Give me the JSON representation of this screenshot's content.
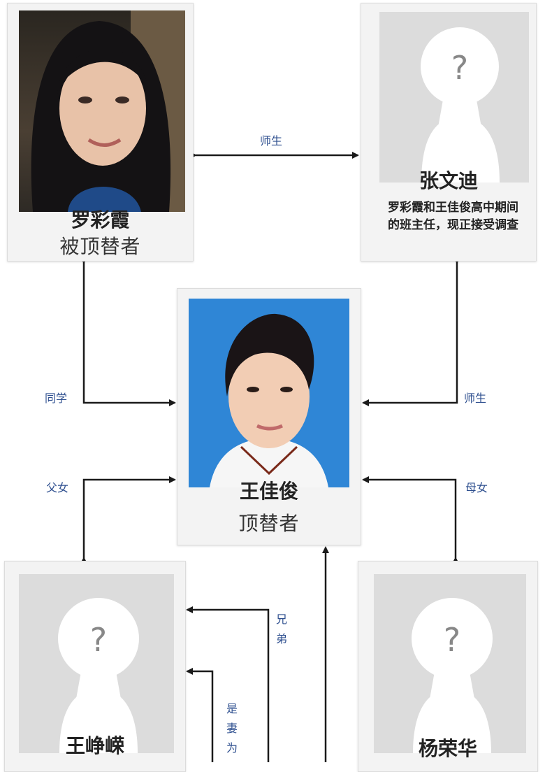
{
  "people": {
    "luo": {
      "name": "罗彩霞",
      "role": "被顶替者"
    },
    "zhang": {
      "name": "张文迪",
      "desc": "罗彩霞和王佳俊高中期间的班主任，现正接受调查"
    },
    "wang_jj": {
      "name": "王佳俊",
      "role": "顶替者"
    },
    "wang_zl": {
      "name": "王峥嵘"
    },
    "yang": {
      "name": "杨荣华"
    }
  },
  "relations": {
    "luo_zhang": "师生",
    "luo_wang": "同学",
    "zhang_wang": "师生",
    "father_daughter": "父女",
    "mother_daughter": "母女",
    "brothers": "兄弟",
    "spouse": "是妻为"
  },
  "placeholder_icon": "unknown-person-icon",
  "colors": {
    "line": "#1a1a1a",
    "label": "#2e4f8f",
    "photo_bg_blue": "#2f86d6"
  }
}
